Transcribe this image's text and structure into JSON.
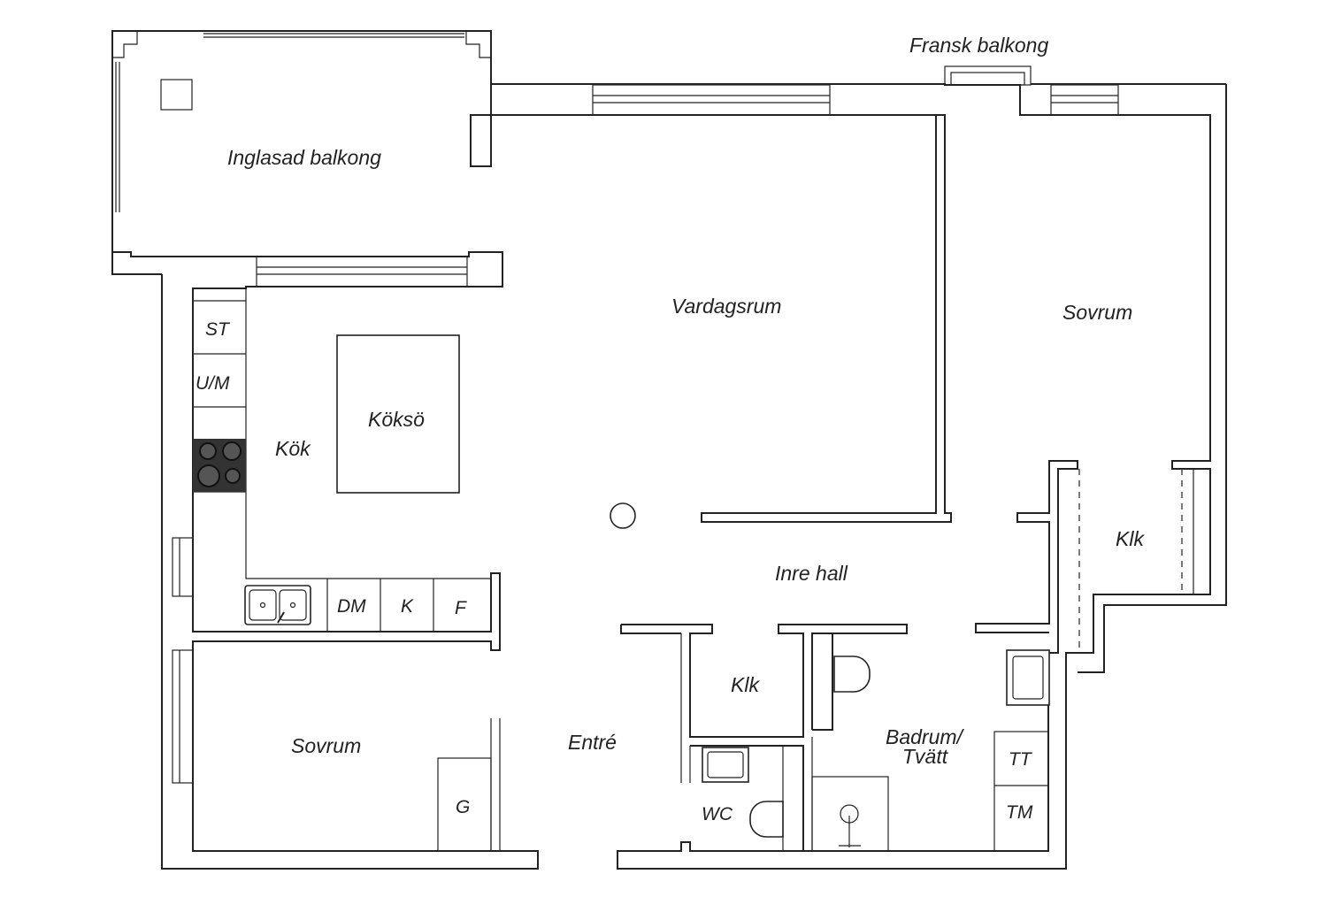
{
  "labels": {
    "glazed_balcony": "Inglasad balkong",
    "french_balcony": "Fransk balkong",
    "living_room": "Vardagsrum",
    "bedroom_right": "Sovrum",
    "kitchen": "Kök",
    "kitchen_island": "Köksö",
    "oven_stack": "ST",
    "oven_micro": "U/M",
    "dishwasher": "DM",
    "fridge": "K",
    "freezer": "F",
    "inner_hall": "Inre hall",
    "closet_right": "Klk",
    "closet_mid": "Klk",
    "bedroom_left": "Sovrum",
    "entrance": "Entré",
    "wardrobe": "G",
    "wc": "WC",
    "bath_line1": "Badrum/",
    "bath_line2": "Tvätt",
    "dryer": "TT",
    "washer": "TM"
  },
  "colors": {
    "walls": "#222222",
    "background": "#ffffff",
    "stove": "#333333"
  }
}
